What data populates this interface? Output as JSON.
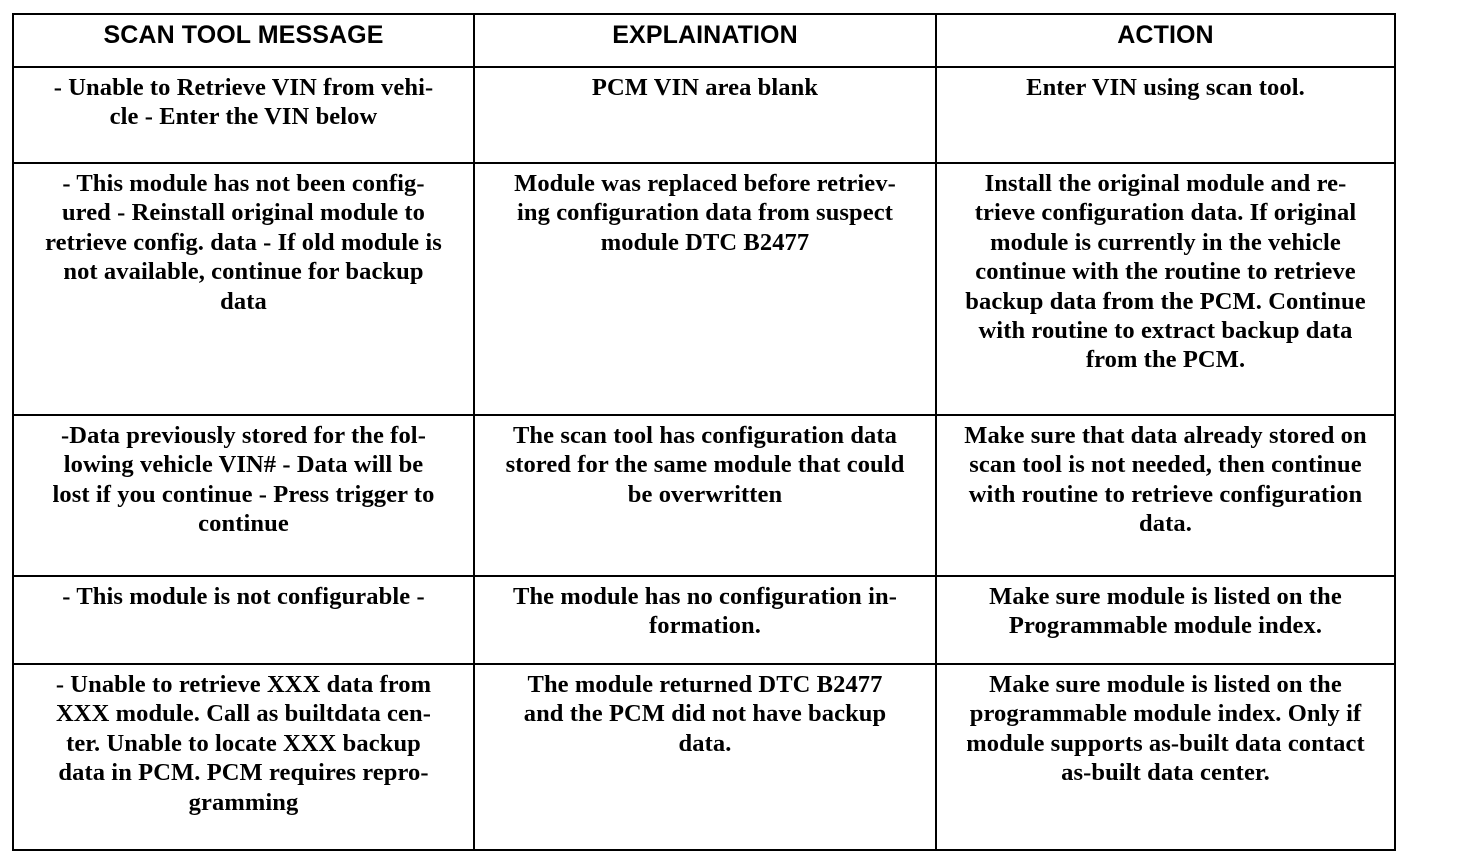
{
  "table": {
    "name": "scan-tool-message-table",
    "columns": [
      {
        "key": "message",
        "header": "SCAN TOOL MESSAGE"
      },
      {
        "key": "explanation",
        "header": "EXPLAINATION"
      },
      {
        "key": "action",
        "header": "ACTION"
      }
    ],
    "rows": [
      {
        "message": "- Unable to Retrieve VIN from vehi-\ncle - Enter the VIN below",
        "explanation": "PCM VIN area blank",
        "action": "Enter VIN using scan tool."
      },
      {
        "message": "- This module has not been config-\nured - Reinstall original module to\nretrieve config. data - If old module is\nnot available, continue for backup\ndata",
        "explanation": "Module was replaced before retriev-\ning configuration data from suspect\nmodule DTC B2477",
        "action": "Install the original module and re-\ntrieve configuration data. If original\nmodule is currently in the vehicle\ncontinue with the routine to retrieve\nbackup data from the PCM. Continue\nwith routine to extract backup data\nfrom the PCM."
      },
      {
        "message": "-Data previously stored for the fol-\nlowing vehicle VIN# - Data will be\nlost if you continue - Press trigger to\ncontinue",
        "explanation": "The scan tool has configuration data\nstored for the same module that could\nbe overwritten",
        "action": "Make sure that data already stored on\nscan tool is not needed, then continue\nwith routine to retrieve configuration\ndata."
      },
      {
        "message": "- This module is not configurable -",
        "explanation": "The module has no configuration in-\nformation.",
        "action": "Make sure module is listed on the\nProgrammable module index."
      },
      {
        "message": "- Unable to retrieve XXX data from\nXXX module. Call as builtdata cen-\nter. Unable to locate XXX backup\ndata in PCM. PCM requires repro-\ngramming",
        "explanation": "The module returned DTC B2477\nand the PCM did not have backup\ndata.",
        "action": "Make sure module is listed on the\nprogrammable module index. Only if\nmodule supports as-built data contact\nas-built data center."
      }
    ]
  },
  "colors": {
    "page_background": "#ffffff",
    "border": "#000000",
    "text": "#000000"
  }
}
